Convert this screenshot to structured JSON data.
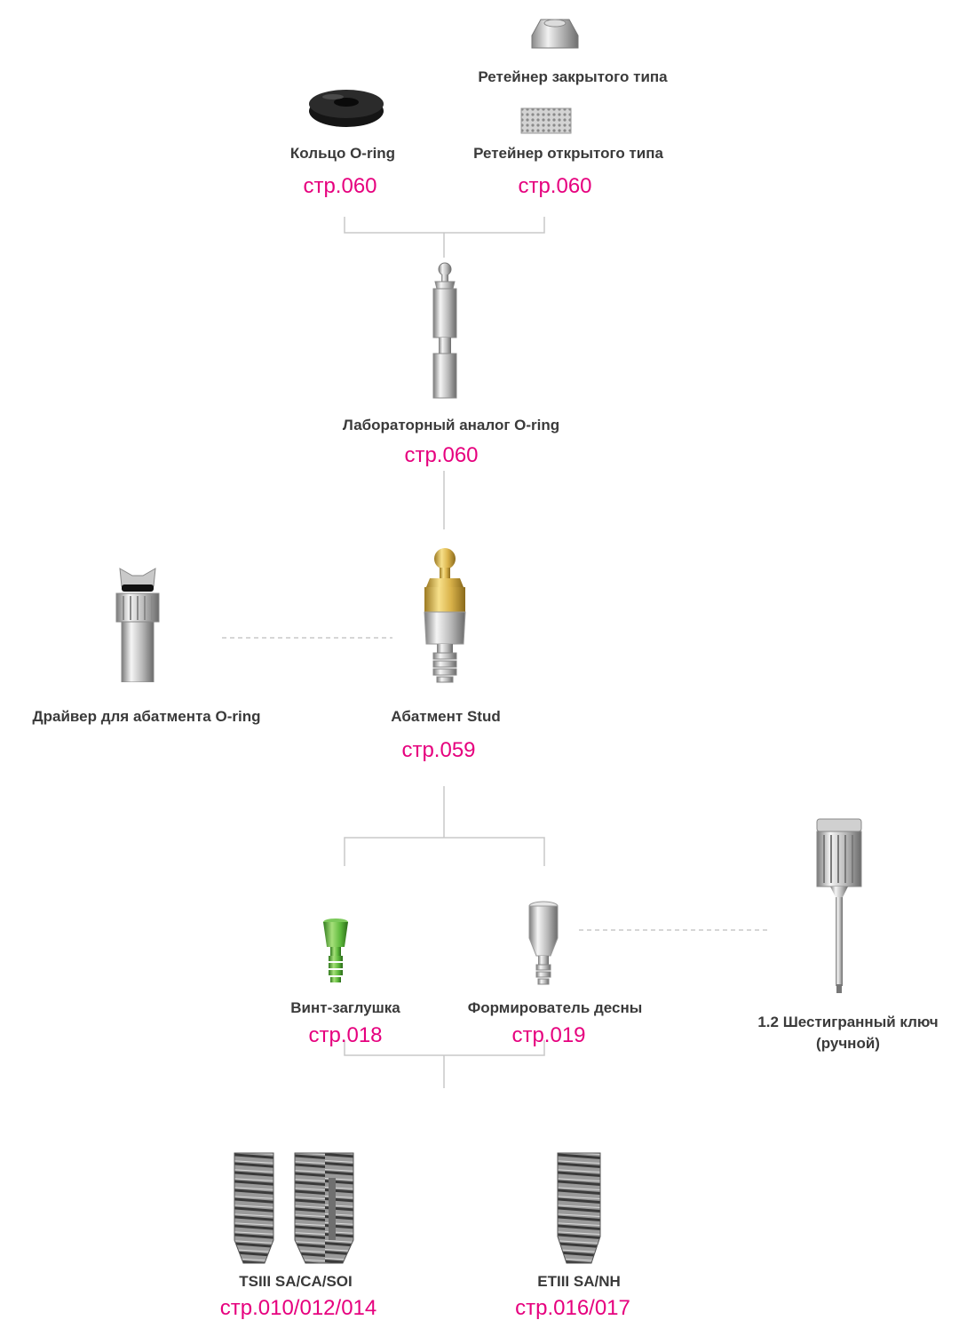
{
  "items": {
    "retainer_closed": {
      "label": "Ретейнер закрытого типа",
      "icon": "closed-retainer-icon"
    },
    "oring": {
      "label": "Кольцо O-ring",
      "page": "стр.060",
      "icon": "o-ring-icon"
    },
    "retainer_open": {
      "label": "Ретейнер открытого типа",
      "page": "стр.060",
      "icon": "open-retainer-icon"
    },
    "lab_analog": {
      "label": "Лабораторный аналог O-ring",
      "page": "стр.060",
      "icon": "lab-analog-icon"
    },
    "driver": {
      "label": "Драйвер для абатмента O-ring",
      "icon": "abutment-driver-icon"
    },
    "stud": {
      "label": "Абатмент Stud",
      "page": "стр.059",
      "icon": "stud-abutment-icon"
    },
    "cover_screw": {
      "label": "Винт-заглушка",
      "page": "стр.018",
      "icon": "cover-screw-icon"
    },
    "healing": {
      "label": "Формирователь десны",
      "page": "стр.019",
      "icon": "healing-abutment-icon"
    },
    "hex": {
      "label_line1": "1.2 Шестигранный ключ",
      "label_line2": "(ручной)",
      "icon": "hex-driver-icon"
    },
    "tsiii": {
      "label": "TSIII SA/CA/SOI",
      "page": "стр.010/012/014",
      "icon": "tsiii-implant-icon"
    },
    "etiii": {
      "label": "ETIII SA/NH",
      "page": "стр.016/017",
      "icon": "etiii-implant-icon"
    }
  },
  "colors": {
    "page_ref": "#e6007e",
    "label": "#3a3a3a",
    "connector": "#c8c8c8",
    "gold": "#d9b24a",
    "green": "#5cb83a"
  }
}
